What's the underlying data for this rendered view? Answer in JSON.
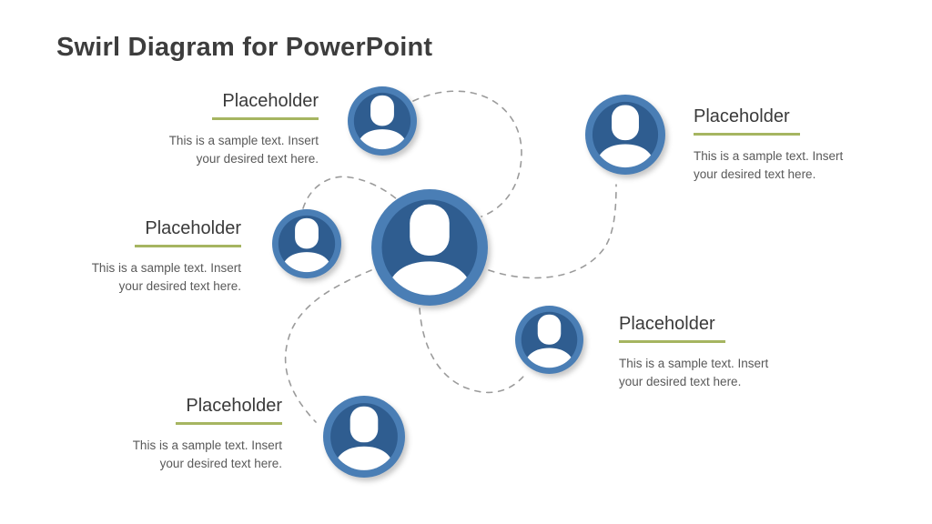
{
  "title": "Swirl Diagram for PowerPoint",
  "colors": {
    "bg": "#ffffff",
    "title_text": "#3d3d3d",
    "heading_text": "#3a3a3a",
    "body_text": "#595959",
    "underline": "#a6b561",
    "connector": "#9b9b9b",
    "avatar_ring": "#4a7eb5",
    "avatar_inner": "#2f5d90",
    "silhouette": "#ffffff"
  },
  "icons": {
    "avatar": "person-silhouette"
  },
  "placeholders": [
    {
      "heading": "Placeholder",
      "body_line1": "This is a sample text. Insert",
      "body_line2": "your desired text here."
    },
    {
      "heading": "Placeholder",
      "body_line1": "This is a sample text. Insert",
      "body_line2": "your desired text here."
    },
    {
      "heading": "Placeholder",
      "body_line1": "This is a sample text. Insert",
      "body_line2": "your desired text here."
    },
    {
      "heading": "Placeholder",
      "body_line1": "This is a sample text. Insert",
      "body_line2": "your desired text here."
    },
    {
      "heading": "Placeholder",
      "body_line1": "This is a sample text. Insert",
      "body_line2": "your desired text here."
    }
  ]
}
